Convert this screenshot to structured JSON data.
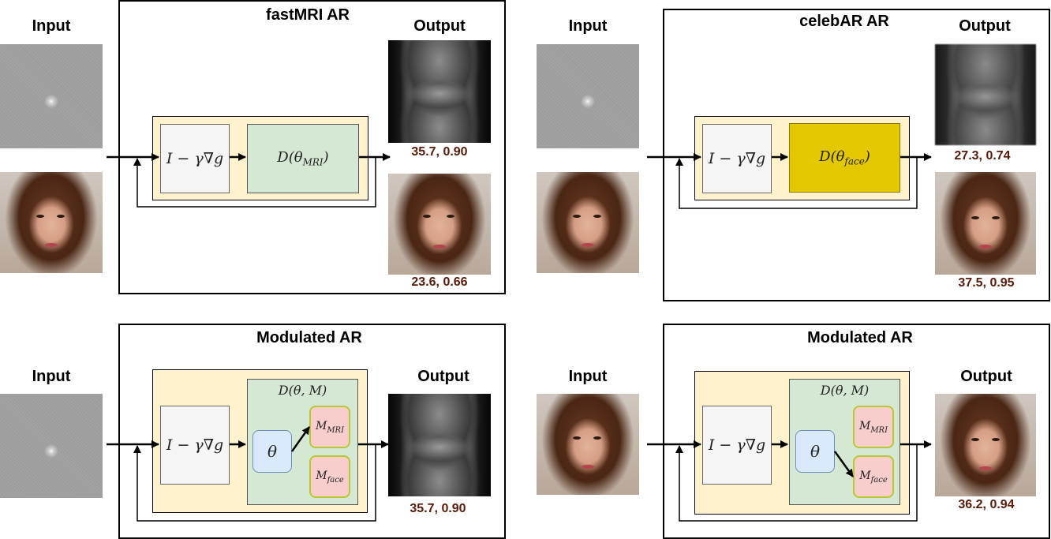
{
  "panels": {
    "fastmri": {
      "title": "fastMRI AR",
      "input_label": "Input",
      "output_label": "Output",
      "grad_step": "I − γ∇g",
      "denoiser": "D(θ",
      "denoiser_sub": "MRI",
      "metric_mri": "35.7, 0.90",
      "metric_face": "23.6, 0.66"
    },
    "celebar": {
      "title": "celebAR AR",
      "input_label": "Input",
      "output_label": "Output",
      "grad_step": "I − γ∇g",
      "denoiser": "D(θ",
      "denoiser_sub": "face",
      "metric_mri": "27.3, 0.74",
      "metric_face": "37.5, 0.95"
    },
    "modulated_mri": {
      "title": "Modulated AR",
      "input_label": "Input",
      "output_label": "Output",
      "grad_step": "I − γ∇g",
      "denoiser": "D(θ, M)",
      "theta": "θ",
      "mod_mri": "M",
      "mod_mri_sub": "MRI",
      "mod_face": "M",
      "mod_face_sub": "face",
      "metric": "35.7, 0.90"
    },
    "modulated_face": {
      "title": "Modulated AR",
      "input_label": "Input",
      "output_label": "Output",
      "grad_step": "I − γ∇g",
      "denoiser": "D(θ, M)",
      "theta": "θ",
      "mod_mri": "M",
      "mod_mri_sub": "MRI",
      "mod_face": "M",
      "mod_face_sub": "face",
      "metric": "36.2, 0.94"
    }
  },
  "colors": {
    "frame_fill": "#fff2cc",
    "grad_fill": "#f5f5f5",
    "denoiser_fill": "#d5e8d4",
    "face_denoiser_fill": "#e3c800",
    "theta_fill": "#dae8fc",
    "modulation_fill": "#f8cecc",
    "metric_text": "#5a1a0a"
  }
}
